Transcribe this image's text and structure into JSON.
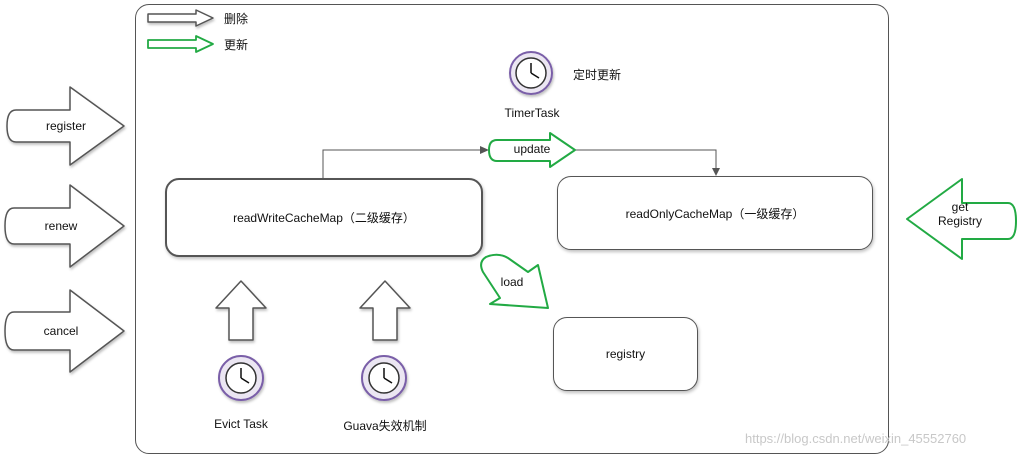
{
  "legend": {
    "delete_label": "删除",
    "update_label": "更新"
  },
  "timer": {
    "caption": "定时更新",
    "name": "TimerTask"
  },
  "left_arrows": {
    "register": "register",
    "renew": "renew",
    "cancel": "cancel"
  },
  "right_arrow": {
    "line1": "get",
    "line2": "Registry"
  },
  "boxes": {
    "read_write": "readWriteCacheMap（二级缓存）",
    "read_only": "readOnlyCacheMap（一级缓存）",
    "registry": "registry"
  },
  "flow": {
    "update": "update",
    "load": "load"
  },
  "bottom": {
    "evict": "Evict Task",
    "guava": "Guava失效机制"
  },
  "watermark": "https://blog.csdn.net/weixin_45552760",
  "colors": {
    "green": "#22aa44",
    "gray": "#555555",
    "clock_ring": "#7a5ea8"
  }
}
